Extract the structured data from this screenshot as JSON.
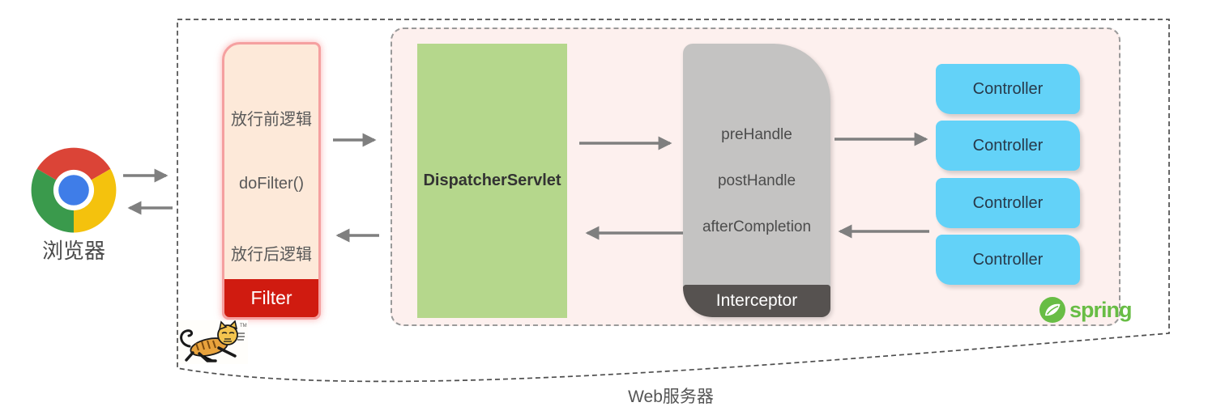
{
  "diagram": {
    "browser": {
      "label": "浏览器"
    },
    "web_server": {
      "label": "Web服务器"
    },
    "filter": {
      "line1": "放行前逻辑",
      "line2": "doFilter()",
      "line3": "放行后逻辑",
      "badge": "Filter"
    },
    "dispatcher": {
      "label": "DispatcherServlet"
    },
    "interceptor": {
      "method1": "preHandle",
      "method2": "postHandle",
      "method3": "afterCompletion",
      "badge": "Interceptor"
    },
    "controllers": {
      "items": [
        {
          "label": "Controller"
        },
        {
          "label": "Controller"
        },
        {
          "label": "Controller"
        },
        {
          "label": "Controller"
        }
      ]
    },
    "logos": {
      "spring_label": "spring",
      "tomcat_tm": "TM"
    },
    "colors": {
      "filter_fill": "#fde9d9",
      "filter_border": "#f5a0a0",
      "filter_badge_red": "#d01b10",
      "dispatcher_green": "#b5d78c",
      "interceptor_gray": "#c4c3c2",
      "interceptor_badge_dark": "#565250",
      "controller_blue": "#63d2f8",
      "container_pink": "#fdf0ee",
      "arrow_gray": "#7f7f7f",
      "spring_green": "#68bd45",
      "text_gray": "#595959"
    }
  }
}
